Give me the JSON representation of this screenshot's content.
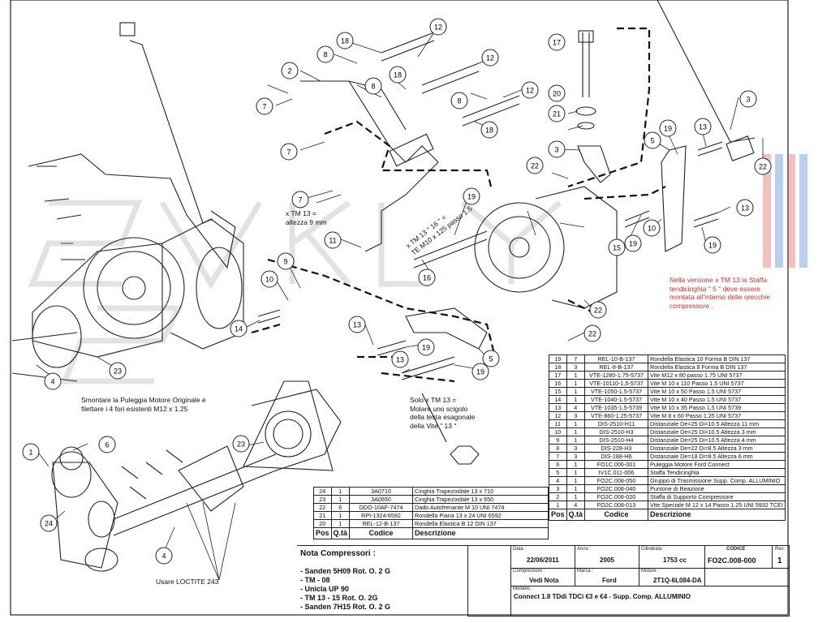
{
  "callouts": [
    "1",
    "2",
    "3",
    "4",
    "5",
    "6",
    "7",
    "8",
    "9",
    "10",
    "11",
    "12",
    "13",
    "14",
    "15",
    "16",
    "17",
    "18",
    "19",
    "20",
    "21",
    "22",
    "23",
    "24"
  ],
  "notes": {
    "smontare": [
      "Smontare la Puleggia Motore Originale e",
      "filettare i 4 fori esistenti M12 x 1.25"
    ],
    "loctite": "Usare LOCTITE 243",
    "tm13_height": [
      "x TM 13 =",
      "altezza 9 mm"
    ],
    "tm13_screw": [
      "x TM 13 \" 16 \" =",
      "TE M10 x 125 passo 1.5"
    ],
    "solo_tm13": [
      "Solo x TM 13 =",
      "Molare uno scigolo",
      "della testa esagonale",
      "della Vite \" 13 \""
    ],
    "staffa": [
      "Nella versione x TM 13 la Staffa",
      "tendicinghia \" 5 \" deve essere",
      "montata all'interno delle orecchie",
      "compressore ."
    ]
  },
  "bom_right": [
    {
      "pos": "19",
      "qty": "7",
      "code": "REL-10-B-137",
      "desc": "Rondella Elastica 10 Forma B DIN 137"
    },
    {
      "pos": "18",
      "qty": "3",
      "code": "REL-8-B-137",
      "desc": "Rondella Elastica 8 Forma B DIN 137"
    },
    {
      "pos": "17",
      "qty": "1",
      "code": "VTE-1280-1.75-5737",
      "desc": "Vite M12 x 80 passo 1.75 UNI 5737"
    },
    {
      "pos": "16",
      "qty": "1",
      "code": "VTE-10110-1.5-5737",
      "desc": "Vite M 10 x 110 Passo 1.5 UNI 5737"
    },
    {
      "pos": "15",
      "qty": "1",
      "code": "VTE-1050-1.5-5737",
      "desc": "Vite M 10 x 50 Passo 1.5 UNI 5737"
    },
    {
      "pos": "14",
      "qty": "1",
      "code": "VTE-1040-1.5-5737",
      "desc": "Vite M 10 x 40 Passo 1.5 UNI 5737"
    },
    {
      "pos": "13",
      "qty": "4",
      "code": "VTE-1035-1.5-5739",
      "desc": "Vite M 10 x 35 Passo 1.5 UNI 5739"
    },
    {
      "pos": "12",
      "qty": "3",
      "code": "VTE-860-1.25-5737",
      "desc": "Vite M 8 x 60 Passo 1.25 UNI 5737"
    },
    {
      "pos": "11",
      "qty": "1",
      "code": "DIS-2510-H11",
      "desc": "Distanziale De=25 Di=10.5 Altezza 11 mm"
    },
    {
      "pos": "10",
      "qty": "1",
      "code": "DIS-2510-H3",
      "desc": "Distanziale De=25 Di=10.5 Altezza 3 mm"
    },
    {
      "pos": "9",
      "qty": "1",
      "code": "DIS-2510-H4",
      "desc": "Distanziale De=25 Di=10.5 Altezza 4 mm"
    },
    {
      "pos": "8",
      "qty": "3",
      "code": "DIS-228-H3",
      "desc": "Distanziale De=22 Di=8.5 Altezza 3 mm"
    },
    {
      "pos": "7",
      "qty": "3",
      "code": "DIS-188-H6",
      "desc": "Distanziale De=18 Di=8.5 Altezza 6 mm"
    },
    {
      "pos": "6",
      "qty": "1",
      "code": "FO1C.006-001",
      "desc": "Puleggia Motore Ford Connect"
    },
    {
      "pos": "5",
      "qty": "1",
      "code": "IV1C.011-006",
      "desc": "Staffa Tendicinghia"
    },
    {
      "pos": "4",
      "qty": "1",
      "code": "FO2C.008-050",
      "desc": "Gruppo di Trasmissione Supp. Comp. ALLUMINIO"
    },
    {
      "pos": "3",
      "qty": "1",
      "code": "FO2C.008-040",
      "desc": "Puntone di Reazione"
    },
    {
      "pos": "2",
      "qty": "1",
      "code": "FO2C.008-020",
      "desc": "Staffa di Supporto Compressore"
    },
    {
      "pos": "1",
      "qty": "4",
      "code": "FO2C.008-013",
      "desc": "Vite Speciale M 12 x 14 Passo 1.25 UNI 5932 TCEI"
    }
  ],
  "bom_left": [
    {
      "pos": "24",
      "qty": "1",
      "code": "3A0710",
      "desc": "Cinghia Trapezoidale 13 x 710"
    },
    {
      "pos": "23",
      "qty": "1",
      "code": "3A0650",
      "desc": "Cinghia Trapezoidale 13 x 650"
    },
    {
      "pos": "22",
      "qty": "6",
      "code": "DDO-10AF-7474",
      "desc": "Dado Autofrenante M 10 UNI 7474"
    },
    {
      "pos": "21",
      "qty": "1",
      "code": "RPI-1324-6592",
      "desc": "Rondella Piana 13 x 24 UNI 6592"
    },
    {
      "pos": "20",
      "qty": "1",
      "code": "REL-12-B-137",
      "desc": "Rondella Elastica B 12 DIN 137"
    }
  ],
  "bom_header": {
    "pos": "Pos",
    "qty": "Q.tà",
    "code": "Codice",
    "desc": "Descrizione"
  },
  "compressors": {
    "title": "Nota Compressori :",
    "items": [
      "- Sanden 5H09 Rot. O. 2 G",
      "- TM - 08",
      "- Unicla UP 90",
      "- TM 13 - 15 Rot. O. 2G",
      "- Sanden  7H15 Rot. O. 2 G"
    ]
  },
  "title_block": {
    "data_label": "Data :",
    "data": "22/06/2011",
    "anno_label": "Anno :",
    "anno": "2005",
    "cil_label": "Cilindrata :",
    "cil": "1753 cc",
    "codice_label": "CODICE",
    "codice": "FO2C.008-000",
    "rev_label": "Rev.",
    "rev": "1",
    "comp_label": "Compressore :",
    "comp": "Vedi Nota",
    "marca_label": "Marca :",
    "marca": "Ford",
    "motore_label": "Motore :",
    "motore": "2T1Q-6L084-DA",
    "modello_label": "Modello :",
    "modello": "Connect 1.8 TDdi TDCi €3 e €4 - Supp. Comp. ALLUMINIO"
  }
}
